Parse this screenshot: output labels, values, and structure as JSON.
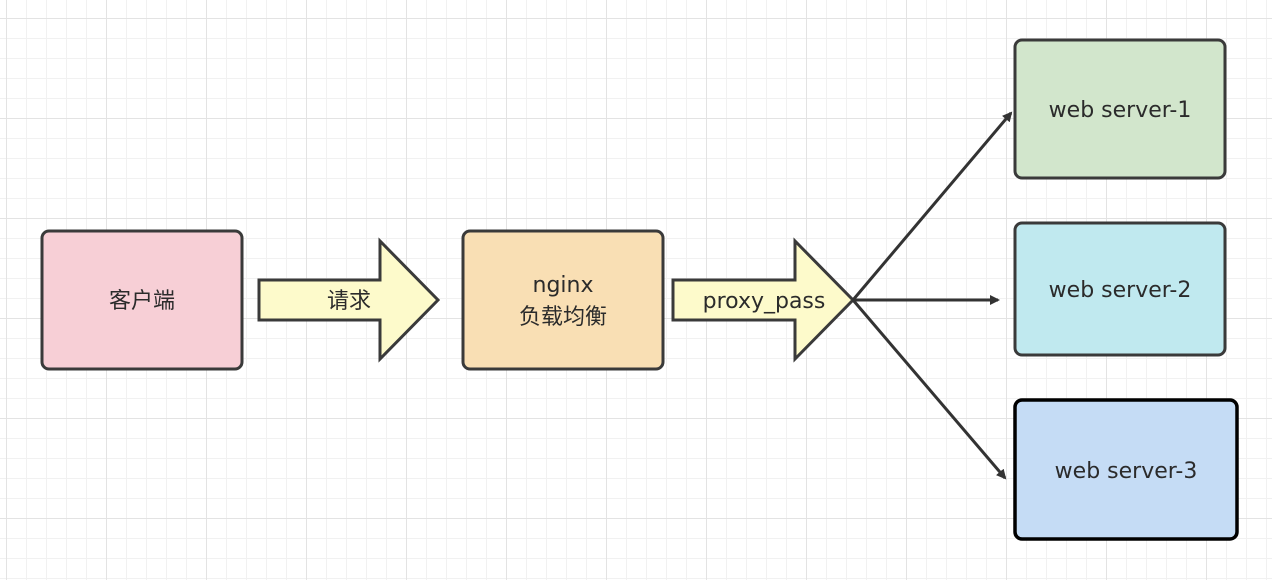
{
  "nodes": {
    "client": {
      "label": "客户端",
      "color": "#f7cfd6"
    },
    "nginx": {
      "line1": "nginx",
      "line2": "负载均衡",
      "color": "#f9dfb4"
    },
    "server1": {
      "label": "web server-1",
      "color": "#d2e6cc"
    },
    "server2": {
      "label": "web server-2",
      "color": "#c0e9ef"
    },
    "server3": {
      "label": "web server-3",
      "color": "#c5dcf5"
    }
  },
  "arrows": {
    "request": {
      "label": "请求",
      "color": "#fdfacb"
    },
    "proxy": {
      "label": "proxy_pass",
      "color": "#fdfacb"
    }
  },
  "colors": {
    "stroke": "#3a3a3a",
    "connector": "#333333"
  }
}
